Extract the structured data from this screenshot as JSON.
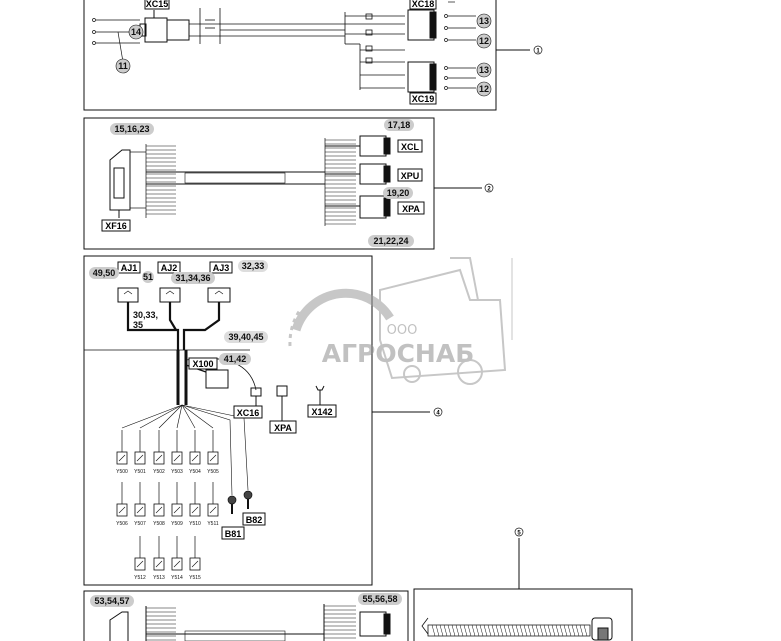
{
  "blocks": {
    "b1": {
      "ref": "1",
      "connectors": [
        "XC15",
        "XC18",
        "XC19"
      ],
      "callouts": [
        "14",
        "11",
        "13",
        "12",
        "13",
        "12"
      ]
    },
    "b2": {
      "ref": "2",
      "connectors": [
        "XF16",
        "XCL",
        "XPU",
        "XPA"
      ],
      "callouts": [
        "15,16,23",
        "17,18",
        "19,20",
        "21,22,24"
      ]
    },
    "b4": {
      "ref": "4",
      "connectors": [
        "AJ1",
        "AJ2",
        "AJ3",
        "X100",
        "XC16",
        "XPA",
        "X142",
        "B81",
        "B82"
      ],
      "callouts": [
        "49,50",
        "51",
        "31,34,36",
        "32,33",
        "30,33,",
        "35",
        "39,40,45",
        "41,42"
      ],
      "valves": [
        "Y500",
        "Y501",
        "Y502",
        "Y503",
        "Y504",
        "Y505",
        "Y506",
        "Y507",
        "Y508",
        "Y509",
        "Y510",
        "Y511",
        "Y512",
        "Y513",
        "Y514",
        "Y515"
      ]
    },
    "b5": {
      "ref": "5"
    },
    "b6": {
      "callouts": [
        "53,54,57",
        "55,56,58"
      ]
    }
  },
  "watermark": {
    "line1": "ООО",
    "line2": "АГРОСНАБ"
  },
  "colors": {
    "ink": "#111111",
    "watermark": "#9a9a9a"
  }
}
